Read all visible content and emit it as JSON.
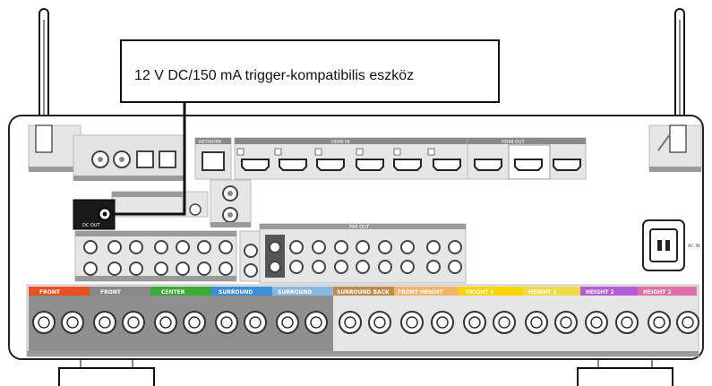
{
  "callout": {
    "text": "12 V DC/150 mA trigger-kompatibilis eszköz"
  },
  "panel_labels": {
    "trigger_out": "DC OUT",
    "ac_in": "AC IN",
    "pre_out": "PRE OUT",
    "network": "NETWORK",
    "hdmi_in": "HDMI IN",
    "hdmi_out": "HDMI OUT",
    "speakers": [
      "FRONT",
      "FRONT",
      "CENTER",
      "SURROUND",
      "SURROUND",
      "SURROUND BACK",
      "FRONT HEIGHT",
      "HEIGHT 1",
      "HEIGHT 1",
      "HEIGHT 2",
      "HEIGHT 2"
    ]
  },
  "colors": {
    "front": "#e8501f",
    "center": "#3aaa35",
    "surround": "#3a8fd9",
    "surround_back": "#8a5a2b",
    "front_height": "#f08a24",
    "height1": "#f5d400",
    "height2": "#b45cd8",
    "height2b": "#e06fa8"
  }
}
